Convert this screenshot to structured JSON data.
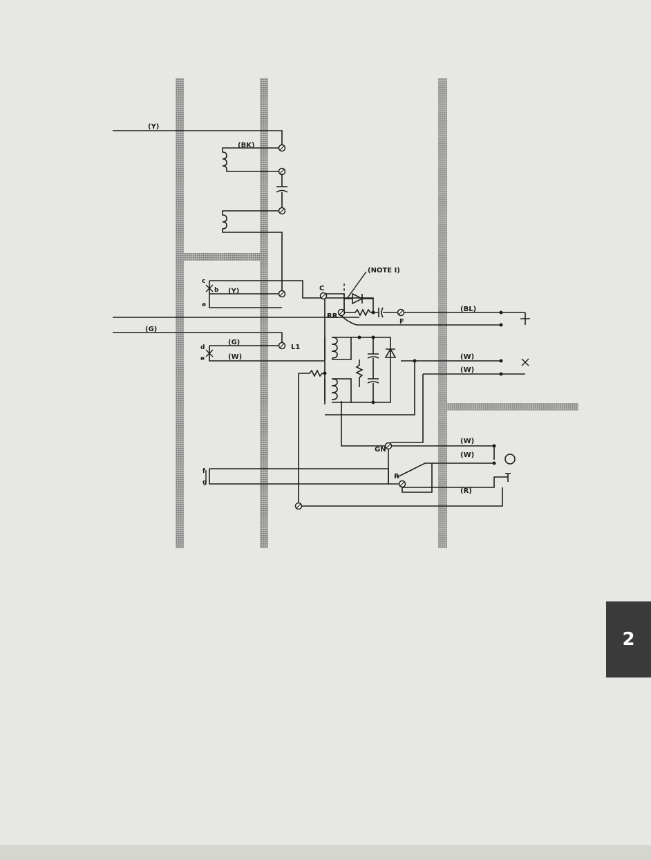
{
  "labels": {
    "y_top": "(Y)",
    "bk": "(BK)",
    "note": "(NOTE I)",
    "c_term": "C",
    "rr_term": "RR",
    "f_term": "F",
    "bl": "(BL)",
    "c_small": "c",
    "b_small": "b",
    "a_small": "a",
    "y_mid": "(Y)",
    "g_left": "(G)",
    "g_mid": "(G)",
    "l1": "L1",
    "d_small": "d",
    "e_small": "e",
    "w_mid": "(W)",
    "w_right1": "(W)",
    "w_right2": "(W)",
    "gn_term": "GN",
    "w_right3": "(W)",
    "w_right4": "(W)",
    "r_term": "R",
    "r_wire": "(R)",
    "f_small": "f",
    "g_small": "g"
  },
  "tab_number": "2",
  "colors": {
    "background": "#e7e8e3",
    "ink": "#1c1c1c",
    "hatch": "#8a8a8a",
    "tab": "#3a3a3a"
  }
}
